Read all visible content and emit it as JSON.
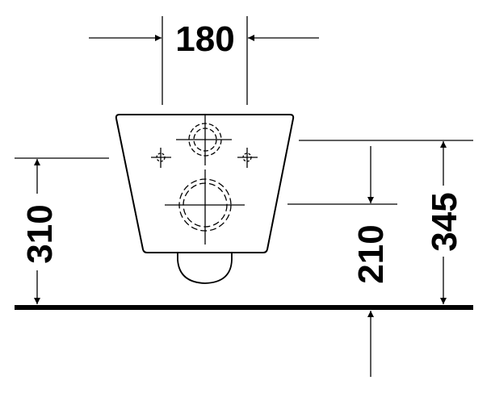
{
  "dimensions": {
    "width_top": "180",
    "height_left": "310",
    "height_inner": "210",
    "height_right": "345"
  },
  "colors": {
    "line": "#000000",
    "background": "#ffffff"
  }
}
